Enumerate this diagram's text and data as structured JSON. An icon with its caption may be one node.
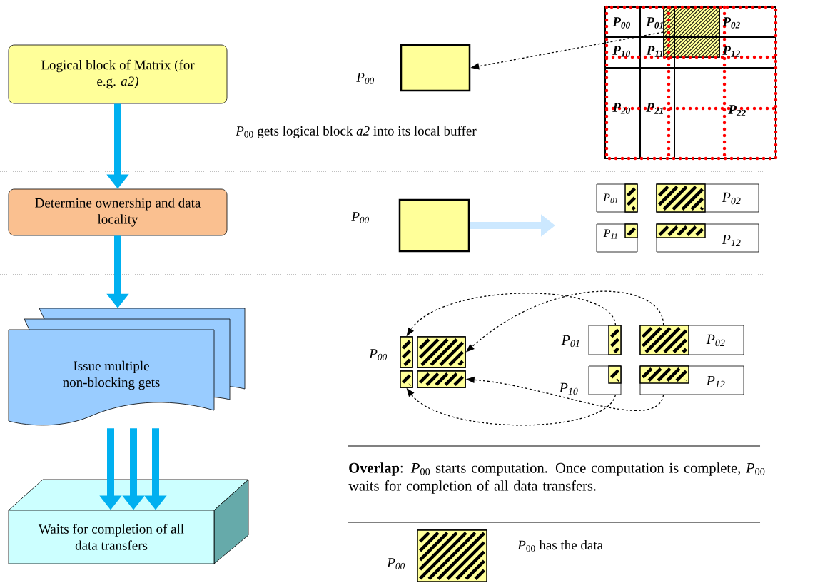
{
  "diagram": {
    "nodes": [
      {
        "text": [
          "Logical block of Matrix (for e.g. *a2)*"
        ]
      },
      {
        "text": [
          "Determine ownership and data locality"
        ]
      },
      {
        "text": [
          "Issue multiple non-blocking gets"
        ]
      },
      {
        "text": [
          "Waits for completion of all data transfers"
        ]
      },
      {
        "text": [],
        "shape": "box",
        "beside": [
          "P$_{00}$"
        ]
      },
      {
        "text": [],
        "shape": "box"
      },
      {
        "text": [],
        "shape": "box",
        "beside": [
          "P$_{00}$"
        ]
      },
      {
        "text": [
          "P$_{01}$"
        ]
      },
      {
        "text": [
          "P$_{02}$"
        ]
      },
      {
        "text": [
          "P$_{11}$"
        ]
      },
      {
        "text": [
          "P$_{12}$"
        ]
      },
      {
        "text": [],
        "shape": "box"
      },
      {
        "text": [],
        "shape": "box"
      },
      {
        "text": [],
        "shape": "box"
      },
      {
        "text": [],
        "shape": "box"
      },
      {
        "text": [
          "P$_{01}$"
        ]
      },
      {
        "text": [
          "P$_{02}$"
        ]
      },
      {
        "text": [
          "P$_{10}$"
        ]
      },
      {
        "text": [
          "P$_{12}$"
        ]
      },
      {
        "text": [],
        "shape": "box",
        "beside": [
          "P$_{00}$"
        ]
      }
    ],
    "edges": [
      {
        "from": 0,
        "to": 1,
        "arrow": "to",
        "color": "#00b0f0"
      },
      {
        "from": 1,
        "to": 2,
        "arrow": "to",
        "color": "#00b0f0"
      },
      {
        "from": 2,
        "to": 3,
        "arrow": "to",
        "color": "#00b0f0"
      },
      {
        "from": 2,
        "to": 3,
        "arrow": "to",
        "color": "#00b0f0"
      },
      {
        "from": 2,
        "to": 3,
        "arrow": "to",
        "color": "#00b0f0"
      },
      {
        "from": 5,
        "to": 4,
        "arrow": "to",
        "style": "dashed",
        "color": "#000000"
      },
      {
        "from": 6,
        "to": null,
        "arrow": "to",
        "color": "#cce8ff"
      },
      {
        "from": 15,
        "to": 11,
        "arrow": "to",
        "style": "dashed",
        "color": "#000000"
      },
      {
        "from": 16,
        "to": 12,
        "arrow": "to",
        "style": "dashed",
        "color": "#000000"
      },
      {
        "from": 17,
        "to": 13,
        "arrow": "to",
        "style": "dashed",
        "color": "#000000"
      },
      {
        "from": 18,
        "to": 14,
        "arrow": "to",
        "style": "dashed",
        "color": "#000000"
      }
    ],
    "labels": [
      "P$_{00}$",
      "P$_{01}$",
      "P$_{02}$",
      "P$_{10}$",
      "P$_{11}$",
      "P$_{12}$",
      "P$_{20}$",
      "P$_{21}$",
      "P$_{22}$",
      "*P*$_{00}$ gets logical block *a2* into its local buffer",
      "P$_{00}$",
      "**Overlap**: *P*$_{00}$ starts computation. Once computation is complete, *P*$_{00}$ waits for completion of all data transfers.",
      "*P*$_{00}$ has the data"
    ]
  }
}
